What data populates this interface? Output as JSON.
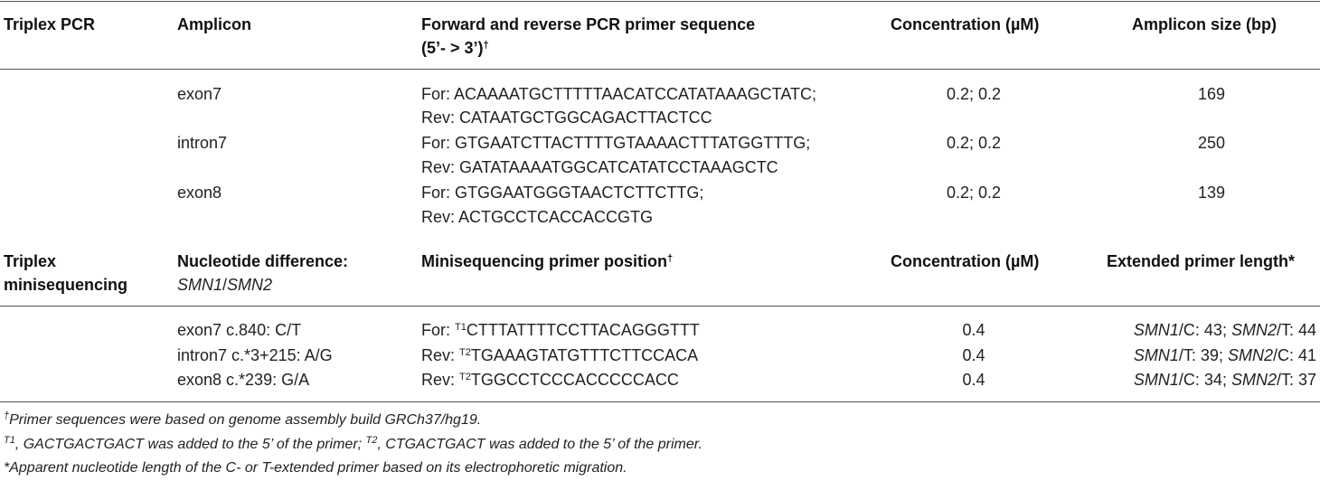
{
  "pcr": {
    "headers": {
      "section": "Triplex PCR",
      "amplicon": "Amplicon",
      "primer_seq_line1": "Forward and reverse PCR primer sequence",
      "primer_seq_line2_a": "(5’- > 3’)",
      "primer_seq_line2_mark": "†",
      "concentration": "Concentration (µM)",
      "size": "Amplicon size (bp)"
    },
    "rows": [
      {
        "amplicon": "exon7",
        "forward": "For: ACAAAATGCTTTTTAACATCCATATAAAGCTATC;",
        "reverse": "Rev: CATAATGCTGGCAGACTTACTCC",
        "concentration": "0.2; 0.2",
        "size": "169"
      },
      {
        "amplicon": "intron7",
        "forward": "For: GTGAATCTTACTTTTGTAAAACTTTATGGTTTG;",
        "reverse": "Rev: GATATAAAATGGCATCATATCCTAAAGCTC",
        "concentration": "0.2; 0.2",
        "size": "250"
      },
      {
        "amplicon": "exon8",
        "forward": "For: GTGGAATGGGTAACTCTTCTTG;",
        "reverse": "Rev: ACTGCCTCACCACCGTG",
        "concentration": "0.2; 0.2",
        "size": "139"
      }
    ]
  },
  "miniseq": {
    "headers": {
      "section_line1": "Triplex",
      "section_line2": "minisequencing",
      "difference_line1": "Nucleotide difference:",
      "difference_line2_a": "SMN1",
      "difference_line2_sep": "/",
      "difference_line2_b": "SMN2",
      "position": "Minisequencing primer position",
      "position_mark": "†",
      "concentration": "Concentration (µM)",
      "extended": "Extended primer length*"
    },
    "rows": [
      {
        "difference": "exon7 c.840: C/T",
        "dir": "For: ",
        "tag": "T1",
        "seq": "CTTTATTTTCCTTACAGGGTTT",
        "concentration": "0.4",
        "g1": "SMN1",
        "v1": "/C: 43; ",
        "g2": "SMN2",
        "v2": "/T: 44"
      },
      {
        "difference": "intron7 c.*3+215: A/G",
        "dir": "Rev: ",
        "tag": "T2",
        "seq": "TGAAAGTATGTTTCTTCCACA",
        "concentration": "0.4",
        "g1": "SMN1",
        "v1": "/T: 39; ",
        "g2": "SMN2",
        "v2": "/C: 41"
      },
      {
        "difference": "exon8 c.*239: G/A",
        "dir": "Rev: ",
        "tag": "T2",
        "seq": "TGGCCTCCCACCCCCACC",
        "concentration": "0.4",
        "g1": "SMN1",
        "v1": "/C: 34; ",
        "g2": "SMN2",
        "v2": "/T: 37"
      }
    ]
  },
  "footnotes": {
    "f1_mark": "†",
    "f1": "Primer sequences were based on genome assembly build GRCh37/hg19.",
    "f2_mark1": "T1",
    "f2_a": ", GACTGACTGACT was added to the 5’ of the primer; ",
    "f2_mark2": "T2",
    "f2_b": ", CTGACTGACT was added to the 5’ of the primer.",
    "f3": "*Apparent nucleotide length of the C- or T-extended primer based on its electrophoretic migration."
  }
}
